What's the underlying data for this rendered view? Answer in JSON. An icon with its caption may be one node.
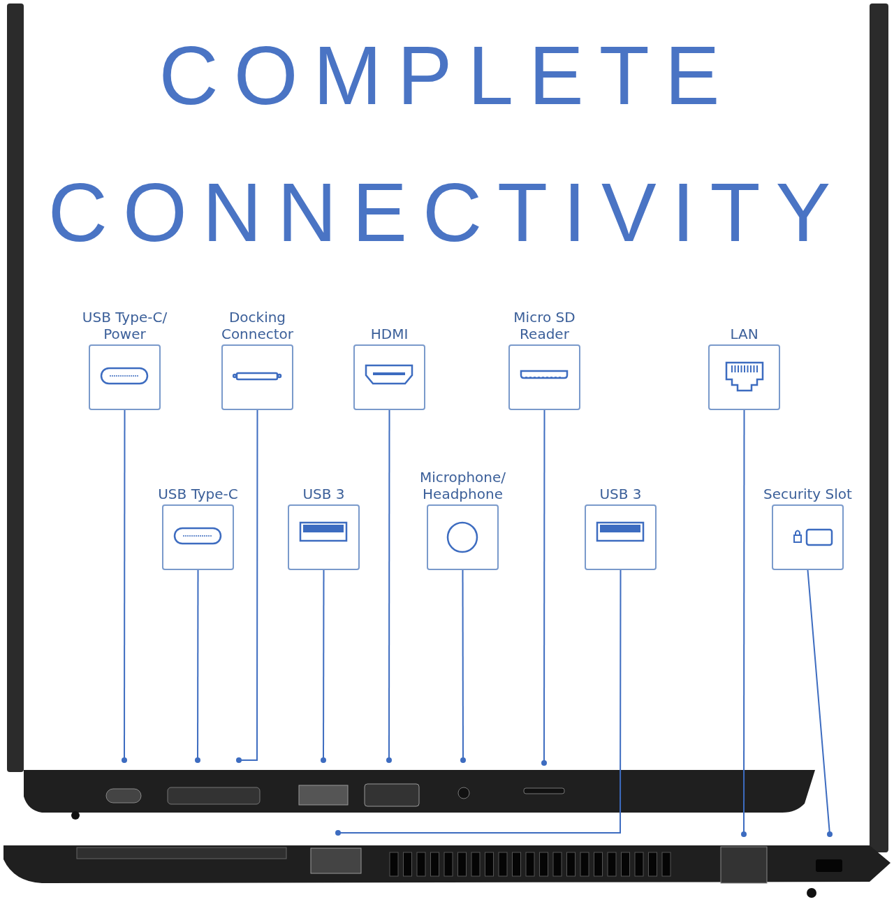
{
  "diagram": {
    "title": "COMPLETE CONNECTIVITY",
    "nodes": [
      {
        "text": [
          "USB Type-C/ Power"
        ]
      },
      {
        "text": [
          "Docking Connector"
        ]
      },
      {
        "text": [
          "HDMI"
        ]
      },
      {
        "text": [
          "Micro SD Reader"
        ]
      },
      {
        "text": [
          "LAN"
        ]
      },
      {
        "text": [
          "USB Type-C"
        ]
      },
      {
        "text": [
          "USB 3"
        ]
      },
      {
        "text": [
          "Microphone/ Headphone"
        ]
      },
      {
        "text": [
          "USB 3"
        ]
      },
      {
        "text": [
          "Security Slot"
        ]
      }
    ],
    "edges": [
      {
        "from": 0,
        "to": null,
        "arrow": "other"
      },
      {
        "from": 1,
        "to": null,
        "arrow": "other"
      },
      {
        "from": 2,
        "to": null,
        "arrow": "other"
      },
      {
        "from": 3,
        "to": null,
        "arrow": "other"
      },
      {
        "from": 4,
        "to": null,
        "arrow": "other"
      },
      {
        "from": 5,
        "to": null,
        "arrow": "other"
      },
      {
        "from": 6,
        "to": null,
        "arrow": "other"
      },
      {
        "from": 7,
        "to": null,
        "arrow": "other"
      },
      {
        "from": 8,
        "to": null,
        "arrow": "other"
      },
      {
        "from": 9,
        "to": null,
        "arrow": "other"
      }
    ]
  }
}
